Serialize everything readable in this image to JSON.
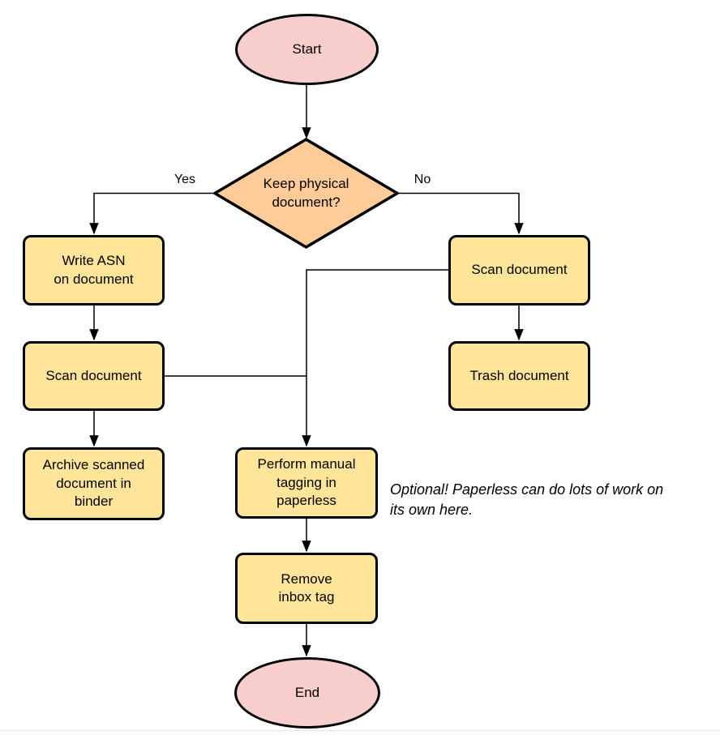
{
  "diagram": {
    "type": "flowchart",
    "colors": {
      "terminal_fill": "#F8CECC",
      "decision_fill": "#FFCC99",
      "process_fill": "#FFE599",
      "stroke": "#000000",
      "connector": "#000000"
    },
    "nodes": {
      "start": {
        "label": "Start",
        "shape": "ellipse"
      },
      "decision": {
        "label": "Keep physical\ndocument?",
        "shape": "diamond"
      },
      "write_asn": {
        "label": "Write ASN\non document",
        "shape": "process"
      },
      "scan_left": {
        "label": "Scan document",
        "shape": "process"
      },
      "archive": {
        "label": "Archive scanned\ndocument in\nbinder",
        "shape": "process"
      },
      "scan_right": {
        "label": "Scan document",
        "shape": "process"
      },
      "trash": {
        "label": "Trash document",
        "shape": "process"
      },
      "tagging": {
        "label": "Perform manual\ntagging in\npaperless",
        "shape": "process"
      },
      "remove_inbox": {
        "label": "Remove\ninbox tag",
        "shape": "process"
      },
      "end": {
        "label": "End",
        "shape": "ellipse"
      }
    },
    "edge_labels": {
      "yes": "Yes",
      "no": "No"
    },
    "edges": [
      {
        "from": "Start",
        "to": "Keep physical document?"
      },
      {
        "from": "Keep physical document?",
        "to": "Write ASN on document",
        "label": "Yes"
      },
      {
        "from": "Keep physical document?",
        "to": "Scan document (right)",
        "label": "No"
      },
      {
        "from": "Write ASN on document",
        "to": "Scan document (left)"
      },
      {
        "from": "Scan document (left)",
        "to": "Archive scanned document in binder"
      },
      {
        "from": "Scan document (left)",
        "to": "Perform manual tagging in paperless"
      },
      {
        "from": "Scan document (right)",
        "to": "Trash document"
      },
      {
        "from": "Scan document (right)",
        "to": "Perform manual tagging in paperless"
      },
      {
        "from": "Perform manual tagging in paperless",
        "to": "Remove inbox tag"
      },
      {
        "from": "Remove inbox tag",
        "to": "End"
      }
    ],
    "note": {
      "text": "Optional! Paperless can do lots of work on\nits own here."
    }
  }
}
